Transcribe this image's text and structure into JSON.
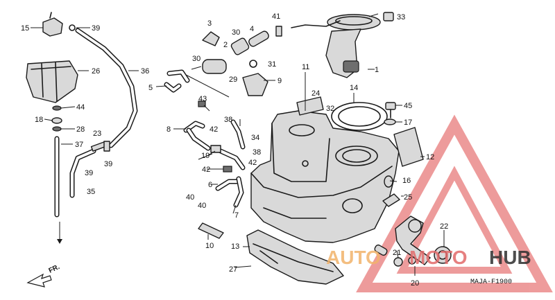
{
  "diagram_code": "MAJA-F1900",
  "front_label": "FR.",
  "watermark": {
    "left": "AUTO",
    "mid": "MOTO",
    "right": "HUB",
    "color_left": "#f2b36b",
    "color_mid": "#e26b6b",
    "color_right": "#2e2e2e",
    "accent": "#e04a4a"
  },
  "callouts": {
    "c1": "1",
    "c2": "2",
    "c3": "3",
    "c4": "4",
    "c5": "5",
    "c6": "6",
    "c7": "7",
    "c8": "8",
    "c9": "9",
    "c10": "10",
    "c11": "11",
    "c12": "12",
    "c13": "13",
    "c14": "14",
    "c15": "15",
    "c16": "16",
    "c17": "17",
    "c18": "18",
    "c19": "19",
    "c20": "20",
    "c21": "21",
    "c22": "22",
    "c23": "23",
    "c24": "24",
    "c25": "25",
    "c26": "26",
    "c27": "27",
    "c28": "28",
    "c29": "29",
    "c30a": "30",
    "c30b": "30",
    "c31": "31",
    "c32": "32",
    "c33": "33",
    "c34": "34",
    "c35": "35",
    "c36": "36",
    "c37": "37",
    "c38a": "38",
    "c38b": "38",
    "c39a": "39",
    "c39b": "39",
    "c39c": "39",
    "c40a": "40",
    "c40b": "40",
    "c41": "41",
    "c42a": "42",
    "c42b": "42",
    "c42c": "42",
    "c43": "43",
    "c44": "44",
    "c45": "45"
  }
}
